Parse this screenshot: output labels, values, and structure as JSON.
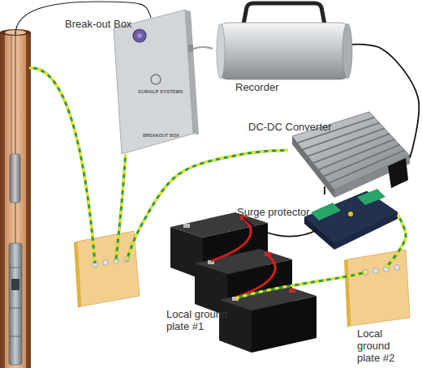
{
  "diagram": {
    "nodes": [
      {
        "text": [
          "Break-out Box"
        ]
      },
      {
        "text": [
          "Recorder"
        ]
      },
      {
        "text": [
          "DC-DC Converter"
        ]
      },
      {
        "text": [
          "Surge protector"
        ]
      },
      {
        "text": [
          "Local ground plate #1"
        ]
      },
      {
        "text": [
          "Local ground plate #2"
        ]
      }
    ],
    "edges": [
      {
        "from": 0,
        "to": 1,
        "arrow": "none"
      },
      {
        "from": 1,
        "to": 2,
        "arrow": "none"
      },
      {
        "from": 2,
        "to": 3,
        "arrow": "none"
      },
      {
        "from": 0,
        "to": 4,
        "arrow": "none"
      },
      {
        "from": 2,
        "to": 4,
        "arrow": "none"
      },
      {
        "from": 3,
        "to": 5,
        "arrow": "none"
      }
    ],
    "labels": [
      "GURALP SYSTEMS",
      "BREAKOUT BOX"
    ]
  }
}
